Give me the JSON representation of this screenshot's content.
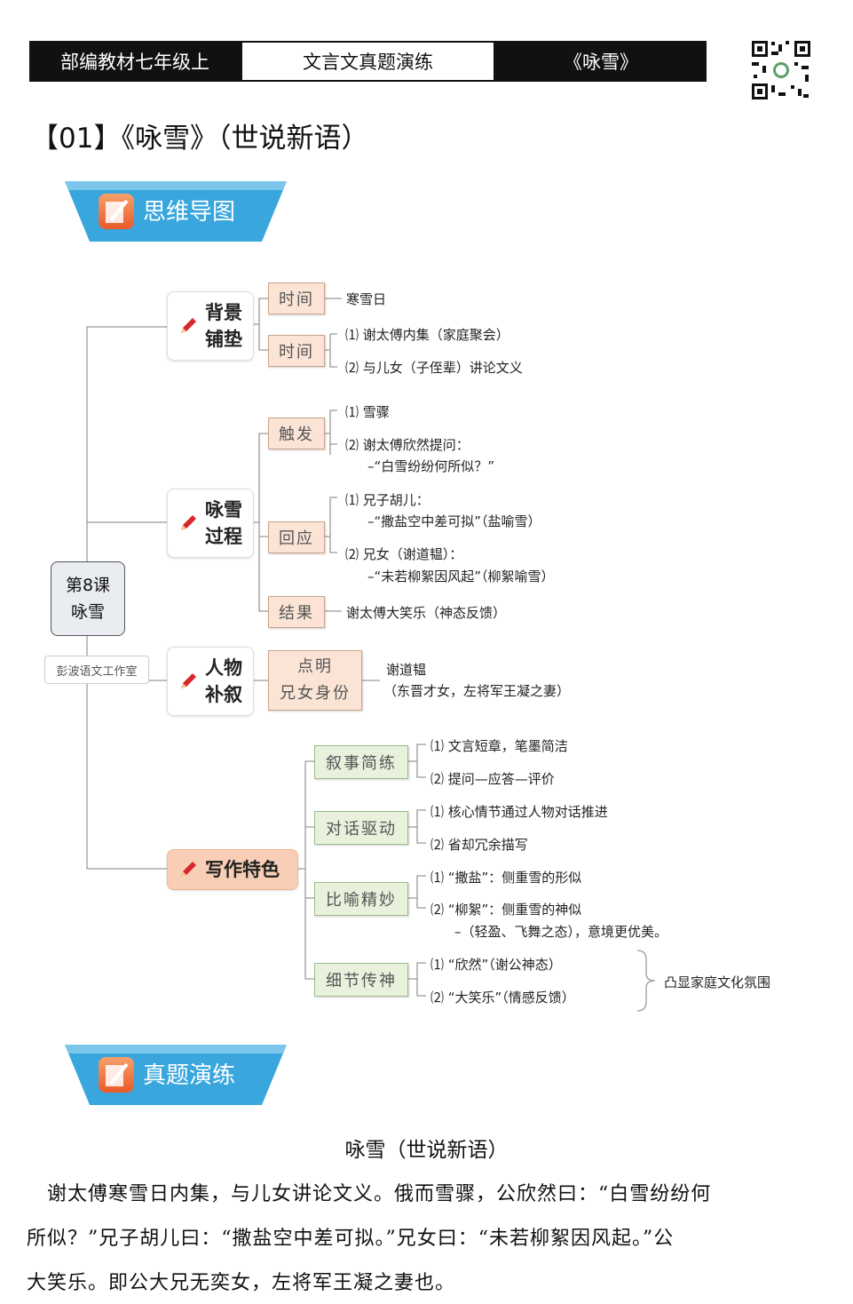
{
  "header": {
    "left": "部编教材七年级上",
    "middle": "文言文真题演练",
    "right": "《咏雪》"
  },
  "lesson_title": "【01】《咏雪》（世说新语）",
  "banners": {
    "mindmap": "思维导图",
    "practice": "真题演练"
  },
  "mindmap": {
    "center": [
      "第8课",
      "咏雪"
    ],
    "studio": "彭波语文工作室",
    "background": {
      "label": [
        "背景",
        "铺垫"
      ],
      "node1": "时间",
      "node1_leaf": "寒雪日",
      "node2": "时间",
      "node2_leaves": [
        "⑴ 谢太傅内集（家庭聚会）",
        "⑵ 与儿女（子侄辈）讲论文义"
      ]
    },
    "process": {
      "label": [
        "咏雪",
        "过程"
      ],
      "trigger": "触发",
      "trigger_leaves": [
        "⑴ 雪骤",
        "⑵ 谢太傅欣然提问：",
        "–“白雪纷纷何所似？”"
      ],
      "response": "回应",
      "response_leaves": [
        "⑴ 兄子胡儿：",
        "–“撒盐空中差可拟”（盐喻雪）",
        "⑵ 兄女（谢道韫）：",
        "–“未若柳絮因风起”（柳絮喻雪）"
      ],
      "result": "结果",
      "result_leaf": "谢太傅大笑乐（神态反馈）"
    },
    "people": {
      "label": [
        "人物",
        "补叙"
      ],
      "node": [
        "点明",
        "兄女身份"
      ],
      "leaves": [
        "谢道韫",
        "（东晋才女，左将军王凝之妻）"
      ]
    },
    "writing": {
      "label": "写作特色",
      "n1": "叙事简练",
      "n1_leaves": [
        "⑴ 文言短章，笔墨简洁",
        "⑵ 提问—应答—评价"
      ],
      "n2": "对话驱动",
      "n2_leaves": [
        "⑴ 核心情节通过人物对话推进",
        "⑵ 省却冗余描写"
      ],
      "n3": "比喻精妙",
      "n3_leaves": [
        "⑴ “撒盐”：侧重雪的形似",
        "⑵ “柳絮”：侧重雪的神似",
        "–（轻盈、飞舞之态），意境更优美。"
      ],
      "n4": "细节传神",
      "n4_leaves": [
        "⑴ “欣然”（谢公神态）",
        "⑵ “大笑乐”（情感反馈）"
      ],
      "n4_summary": "凸显家庭文化氛围"
    }
  },
  "poem": {
    "title": "咏雪（世说新语）",
    "lines": [
      "　谢太傅寒雪日内集，与儿女讲论文义。俄而雪骤，公欣然曰：“白雪纷纷何",
      "所似？”兄子胡儿曰：“撒盐空中差可拟。”兄女曰：“未若柳絮因风起。”公",
      "大笑乐。即公大兄无奕女，左将军王凝之妻也。"
    ]
  }
}
